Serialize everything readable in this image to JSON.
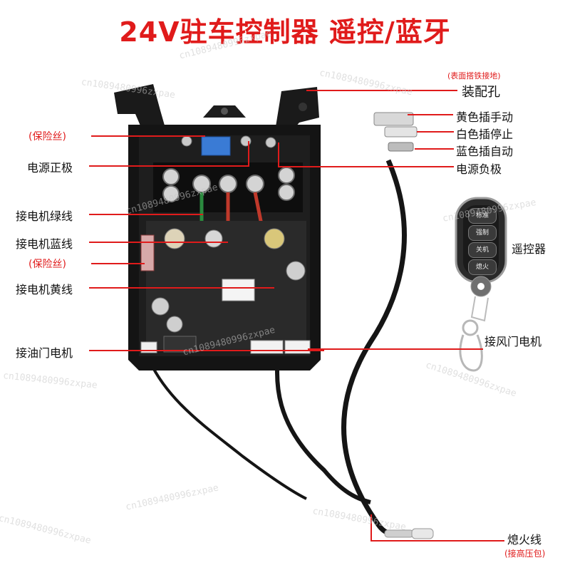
{
  "title": "24V驻车控制器 遥控/蓝牙",
  "labels": {
    "surface_ground": "(表面搭铁接地)",
    "mount_hole": "装配孔",
    "yellow_manual": "黄色插手动",
    "white_stop": "白色插停止",
    "blue_auto": "蓝色插自动",
    "power_negative": "电源负极",
    "fuse_top": "(保险丝)",
    "power_positive": "电源正极",
    "motor_green": "接电机绿线",
    "motor_blue": "接电机蓝线",
    "fuse_mid": "(保险丝)",
    "motor_yellow": "接电机黄线",
    "oil_pump_motor": "接油门电机",
    "remote": "遥控器",
    "fan_motor": "接风门电机",
    "ignition_wire": "熄火线",
    "high_voltage_pack": "(接高压包)"
  },
  "remote_buttons": [
    "标准",
    "强制",
    "关机",
    "熄火"
  ],
  "watermark": "cn1089480996zxpae",
  "colors": {
    "accent": "#e01b1b",
    "text": "#111111"
  }
}
